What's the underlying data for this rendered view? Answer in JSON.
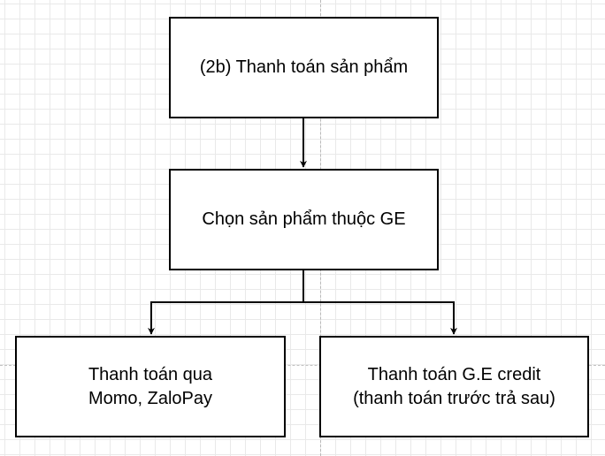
{
  "diagram": {
    "nodes": [
      {
        "id": "2b",
        "text": "(2b) Thanh toán sản phẩm"
      },
      {
        "id": "chon",
        "text": "Chọn sản phẩm thuộc GE"
      },
      {
        "id": "momo",
        "text": "Thanh toán qua\nMomo, ZaloPay"
      },
      {
        "id": "credit",
        "text": "Thanh toán G.E credit\n(thanh toán trước trả sau)"
      }
    ],
    "edges": [
      {
        "from": "2b",
        "to": "chon"
      },
      {
        "from": "chon",
        "to": "momo"
      },
      {
        "from": "chon",
        "to": "credit"
      }
    ],
    "colors": {
      "stroke": "#000000",
      "background": "#ffffff",
      "grid": "#e9e9e9",
      "guide": "#b9b9b9"
    }
  }
}
